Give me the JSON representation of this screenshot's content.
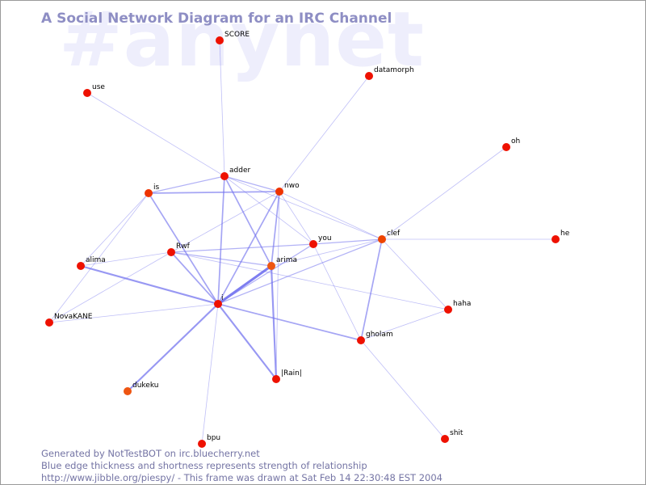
{
  "watermark": "#anynet",
  "title": "A Social Network Diagram for an IRC Channel",
  "footer": {
    "line1": "Generated by NotTestBOT on irc.bluecherry.net",
    "line2": "Blue edge thickness and shortness represents strength of relationship",
    "line3": "http://www.jibble.org/piespy/ - This frame was drawn at Sat Feb 14 22:30:48 EST 2004"
  },
  "colors": {
    "node": "#ee1100",
    "node_orange": "#ee5511",
    "edge": "#7070ee",
    "title": "#8e8ec4",
    "watermark": "#eeeefc",
    "footer": "#7474a4"
  },
  "nodes": [
    {
      "id": "SCORE",
      "label": "SCORE",
      "color": "#ee1100"
    },
    {
      "id": "datamorph",
      "label": "datamorph",
      "color": "#ee1100"
    },
    {
      "id": "use",
      "label": "use",
      "color": "#ee1100"
    },
    {
      "id": "oh",
      "label": "oh",
      "color": "#ee1100"
    },
    {
      "id": "adder",
      "label": "adder",
      "color": "#ee1100"
    },
    {
      "id": "is",
      "label": "is",
      "color": "#ee3300"
    },
    {
      "id": "nwo",
      "label": "nwo",
      "color": "#ee3300"
    },
    {
      "id": "he",
      "label": "he",
      "color": "#ee1100"
    },
    {
      "id": "you",
      "label": "you",
      "color": "#ee1100"
    },
    {
      "id": "clef",
      "label": "clef",
      "color": "#ee4400"
    },
    {
      "id": "Rwf",
      "label": "Rwf",
      "color": "#ee1100"
    },
    {
      "id": "alima",
      "label": "alima",
      "color": "#ee1100"
    },
    {
      "id": "arima",
      "label": "arima",
      "color": "#ee5511"
    },
    {
      "id": "i",
      "label": "i",
      "color": "#ee1100"
    },
    {
      "id": "NovaKANE",
      "label": "NovaKANE",
      "color": "#ee1100"
    },
    {
      "id": "haha",
      "label": "haha",
      "color": "#ee1100"
    },
    {
      "id": "gholam",
      "label": "gholam",
      "color": "#ee1100"
    },
    {
      "id": "Rain",
      "label": "|Rain|",
      "color": "#ee1100"
    },
    {
      "id": "dukeku",
      "label": "dukeku",
      "color": "#ee5511"
    },
    {
      "id": "bpu",
      "label": "bpu",
      "color": "#ee1100"
    },
    {
      "id": "shit",
      "label": "shit",
      "color": "#ee1100"
    }
  ],
  "edges": [
    {
      "source": "SCORE",
      "target": "adder",
      "weight": 1
    },
    {
      "source": "use",
      "target": "adder",
      "weight": 1
    },
    {
      "source": "datamorph",
      "target": "nwo",
      "weight": 1
    },
    {
      "source": "oh",
      "target": "clef",
      "weight": 1
    },
    {
      "source": "he",
      "target": "clef",
      "weight": 1
    },
    {
      "source": "adder",
      "target": "is",
      "weight": 1.5
    },
    {
      "source": "adder",
      "target": "nwo",
      "weight": 1.5
    },
    {
      "source": "adder",
      "target": "you",
      "weight": 1
    },
    {
      "source": "adder",
      "target": "clef",
      "weight": 1
    },
    {
      "source": "adder",
      "target": "arima",
      "weight": 2
    },
    {
      "source": "adder",
      "target": "i",
      "weight": 2
    },
    {
      "source": "is",
      "target": "nwo",
      "weight": 2
    },
    {
      "source": "is",
      "target": "alima",
      "weight": 1
    },
    {
      "source": "is",
      "target": "NovaKANE",
      "weight": 1
    },
    {
      "source": "is",
      "target": "i",
      "weight": 2
    },
    {
      "source": "nwo",
      "target": "you",
      "weight": 1
    },
    {
      "source": "nwo",
      "target": "clef",
      "weight": 1
    },
    {
      "source": "nwo",
      "target": "arima",
      "weight": 2
    },
    {
      "source": "nwo",
      "target": "i",
      "weight": 2
    },
    {
      "source": "nwo",
      "target": "Rwf",
      "weight": 1
    },
    {
      "source": "nwo",
      "target": "Rain",
      "weight": 1
    },
    {
      "source": "you",
      "target": "clef",
      "weight": 1.5
    },
    {
      "source": "you",
      "target": "Rwf",
      "weight": 1.5
    },
    {
      "source": "you",
      "target": "i",
      "weight": 1.5
    },
    {
      "source": "you",
      "target": "gholam",
      "weight": 1
    },
    {
      "source": "Rwf",
      "target": "alima",
      "weight": 1
    },
    {
      "source": "Rwf",
      "target": "arima",
      "weight": 1.5
    },
    {
      "source": "Rwf",
      "target": "i",
      "weight": 2
    },
    {
      "source": "Rwf",
      "target": "haha",
      "weight": 1
    },
    {
      "source": "Rwf",
      "target": "NovaKANE",
      "weight": 1
    },
    {
      "source": "alima",
      "target": "i",
      "weight": 2.5
    },
    {
      "source": "clef",
      "target": "arima",
      "weight": 1
    },
    {
      "source": "clef",
      "target": "i",
      "weight": 1.5
    },
    {
      "source": "clef",
      "target": "gholam",
      "weight": 2
    },
    {
      "source": "clef",
      "target": "haha",
      "weight": 1
    },
    {
      "source": "arima",
      "target": "i",
      "weight": 3.5
    },
    {
      "source": "arima",
      "target": "Rain",
      "weight": 2.5
    },
    {
      "source": "i",
      "target": "NovaKANE",
      "weight": 1
    },
    {
      "source": "i",
      "target": "Rain",
      "weight": 2.5
    },
    {
      "source": "i",
      "target": "dukeku",
      "weight": 2.5
    },
    {
      "source": "i",
      "target": "bpu",
      "weight": 1
    },
    {
      "source": "i",
      "target": "gholam",
      "weight": 2
    },
    {
      "source": "gholam",
      "target": "haha",
      "weight": 1
    },
    {
      "source": "gholam",
      "target": "shit",
      "weight": 1
    }
  ]
}
